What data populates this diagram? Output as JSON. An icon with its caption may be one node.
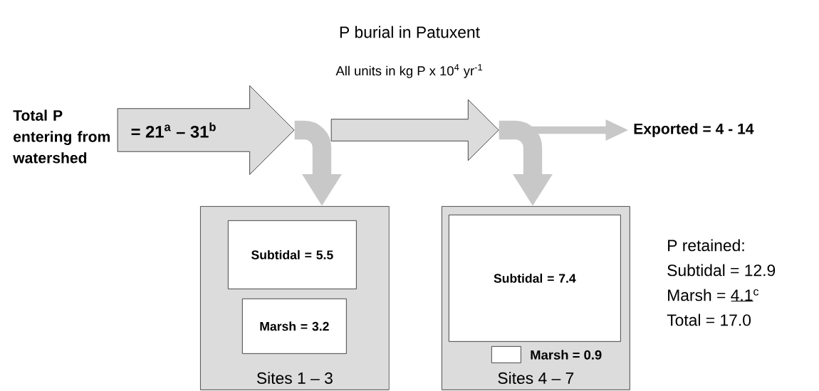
{
  "diagram": {
    "title": "P burial in Patuxent",
    "nodes": [
      {
        "text": [
          "= 21$^{a}$ – 31$^{b}$"
        ],
        "beside": [
          "Total P entering from watershed"
        ]
      },
      {
        "text": [],
        "shape": "arrow"
      },
      {
        "text": [
          "Exported = 4 - 14"
        ]
      },
      {
        "text": [
          "Sites 1 – 3"
        ]
      },
      {
        "text": [
          "Subtidal = 5.5"
        ],
        "in": 3
      },
      {
        "text": [
          "Marsh = 3.2"
        ],
        "in": 3
      },
      {
        "text": [
          "Sites 4 – 7"
        ]
      },
      {
        "text": [
          "Subtidal = 7.4"
        ],
        "in": 6
      },
      {
        "text": [],
        "shape": "box",
        "in": 6,
        "beside": [
          "Marsh = 0.9"
        ]
      }
    ],
    "edges": [
      {
        "from": 0,
        "to": 3,
        "arrow": "to"
      },
      {
        "from": 1,
        "to": 6,
        "arrow": "to"
      },
      {
        "from": 1,
        "to": 2,
        "arrow": "to"
      }
    ],
    "labels": [
      "All units in kg P x 10$^{4}$ yr$^{-1}$",
      "P retained:",
      "Subtidal = 12.9",
      "Marsh = 4.1$^{c}$",
      "Total = 17.0"
    ]
  }
}
